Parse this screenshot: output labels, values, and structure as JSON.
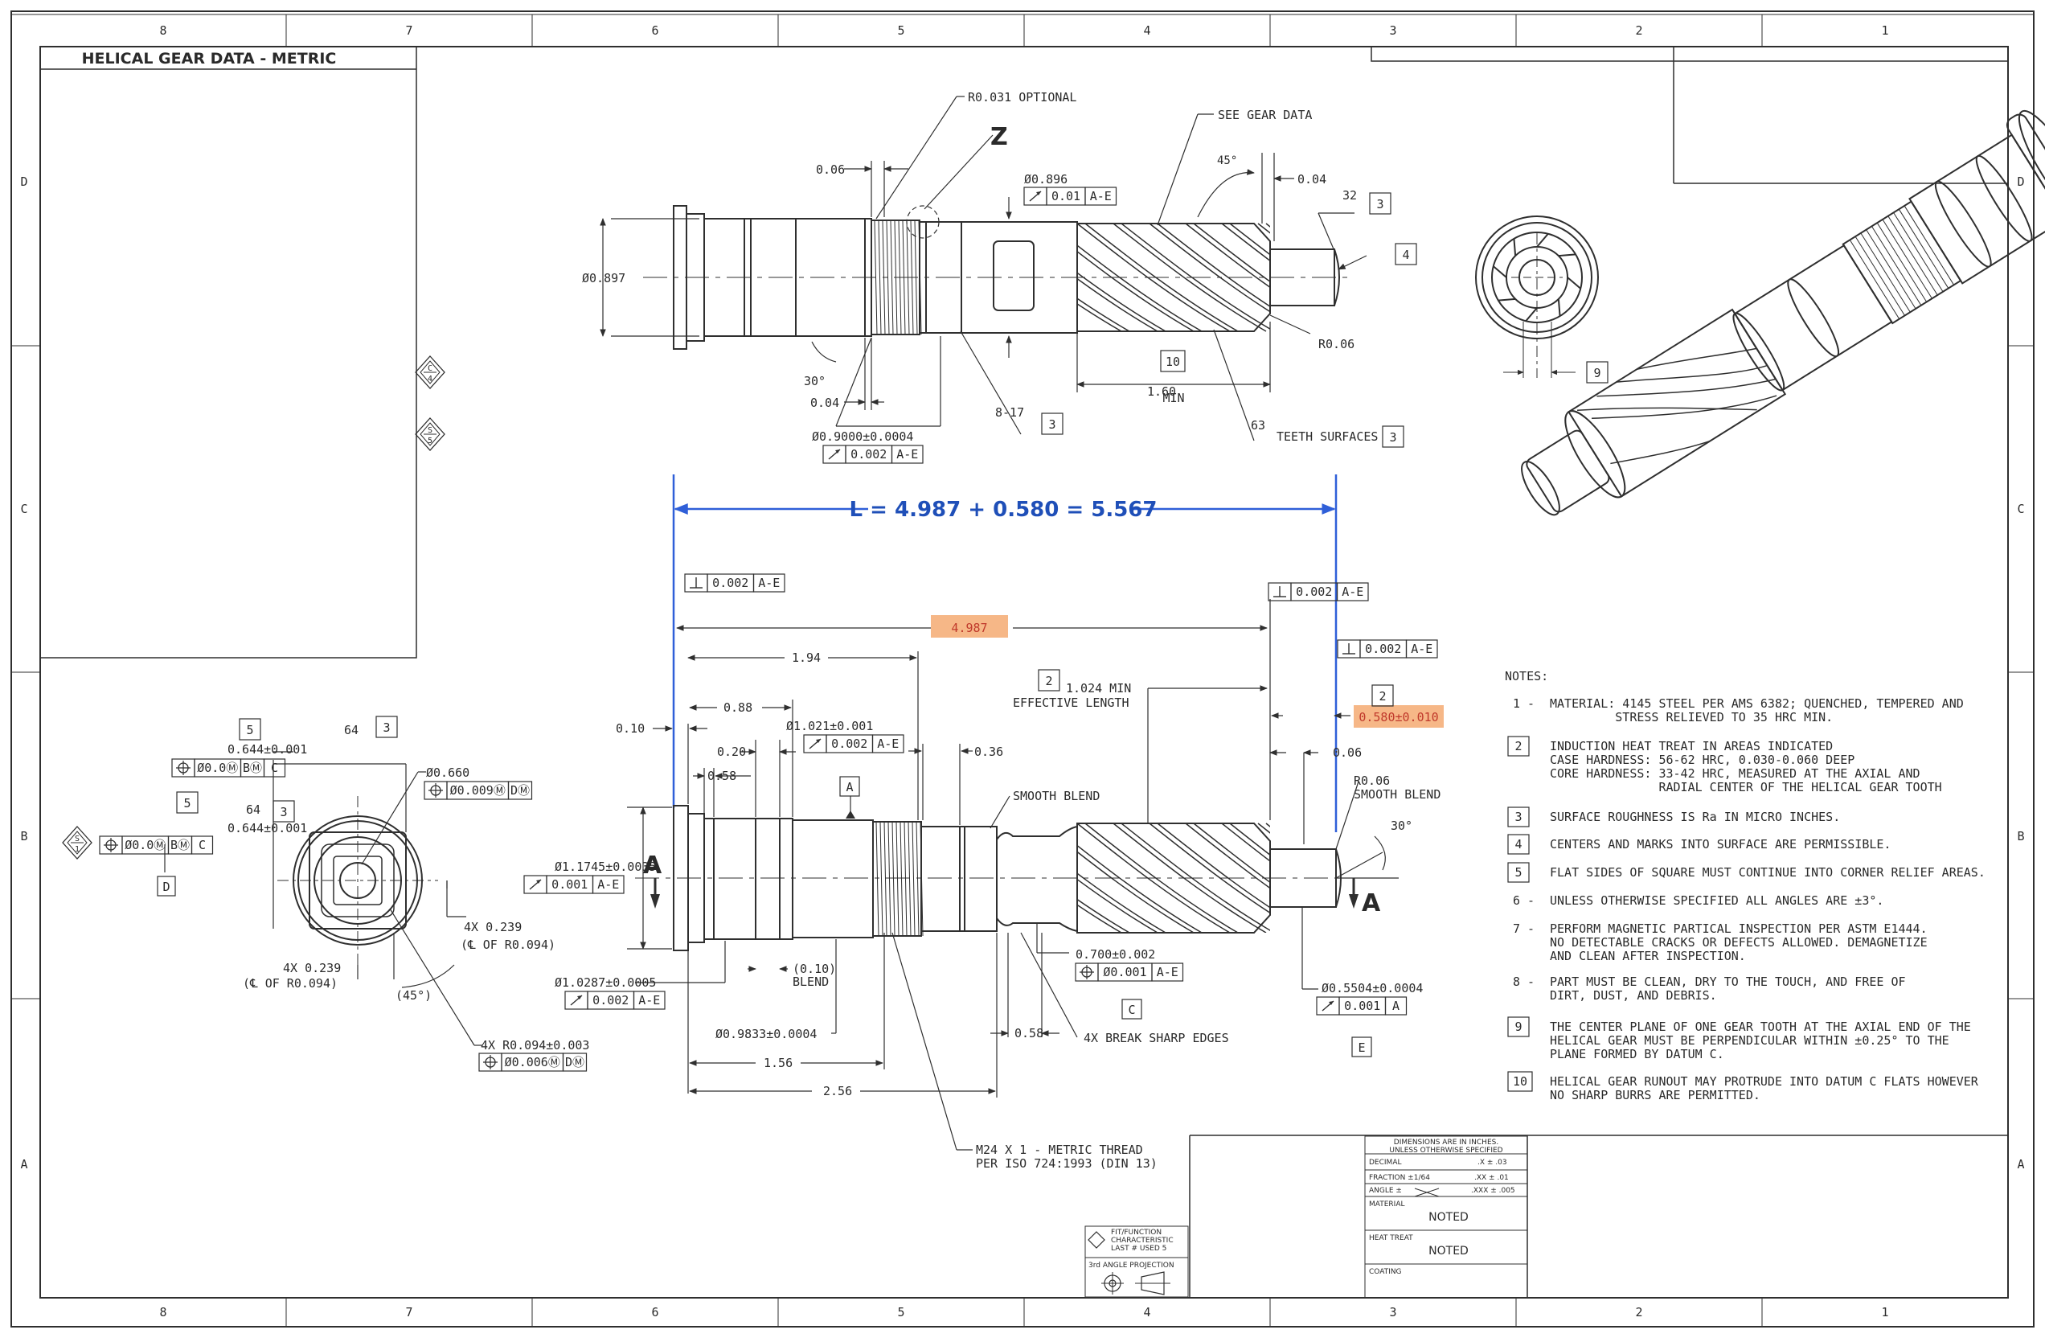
{
  "zones": {
    "columns": [
      "8",
      "7",
      "6",
      "5",
      "4",
      "3",
      "2",
      "1"
    ],
    "rows": [
      "D",
      "C",
      "B",
      "A"
    ]
  },
  "gear_table": {
    "title": "HELICAL GEAR DATA - METRIC"
  },
  "top_view": {
    "r_optional": "R0.031 OPTIONAL",
    "z_label": "Z",
    "see_gear_data": "SEE GEAR DATA",
    "dim_006": "0.06",
    "dia_0896": "Ø0.896",
    "runout_fcf": [
      "0.01",
      "A-E"
    ],
    "angle_45": "45°",
    "dim_004_r": "0.04",
    "rough_32": "32",
    "note3_a": "3",
    "note4": "4",
    "dia_0897": "Ø0.897",
    "r006": "R0.06",
    "note10": "10",
    "dim_160": "1.60",
    "min_label": "MIN",
    "angle_30": "30°",
    "dim_004_l": "0.04",
    "rough_817": "8-17",
    "note3_b": "3",
    "dia_09000": "Ø0.9000±0.0004",
    "runout2_fcf": [
      "0.002",
      "A-E"
    ],
    "rough_63": "63",
    "teeth_surfaces": "TEETH SURFACES",
    "note3_c": "3"
  },
  "length_callout": {
    "text": "L = 4.987 + 0.580 = 5.567"
  },
  "main_view": {
    "perp_left": [
      "0.002",
      "A-E"
    ],
    "perp_right": [
      "0.002",
      "A-E"
    ],
    "perp_right2": [
      "0.002",
      "A-E"
    ],
    "dim_4987": "4.987",
    "dim_194": "1.94",
    "eff_len_1": "1.024 MIN",
    "eff_len_2": "EFFECTIVE LENGTH",
    "note2_a": "2",
    "note2_b": "2",
    "dim_0580": "0.580±0.010",
    "dim_010": "0.10",
    "dim_088": "0.88",
    "dia_1021": "Ø1.021±0.001",
    "runout_1021": [
      "0.002",
      "A-E"
    ],
    "dim_020": "0.20",
    "dim_058_a": "0.58",
    "dim_036": "0.36",
    "dim_006": "0.06",
    "r006": "R0.06",
    "smooth_blend_r": "SMOOTH BLEND",
    "smooth_blend": "SMOOTH BLEND",
    "datum_a": "A",
    "angle_30": "30°",
    "dia_11745": "Ø1.1745±0.0035",
    "runout_11745": [
      "0.001",
      "A-E"
    ],
    "section_a_l": "A",
    "section_a_r": "A",
    "dia_07": "0.700±0.002",
    "pos_07": [
      "Ø0.001",
      "A-E"
    ],
    "datum_c": "C",
    "dia_05504": "Ø0.5504±0.0004",
    "runout_05504": [
      "0.001",
      "A"
    ],
    "datum_e": "E",
    "dia_10287": "Ø1.0287±0.0005",
    "runout_10287": [
      "0.002",
      "A-E"
    ],
    "dim_010_blend": "(0.10)",
    "blend": "BLEND",
    "dia_09833": "Ø0.9833±0.0004",
    "dim_058_b": "0.58",
    "break_edges": "4X BREAK SHARP EDGES",
    "dim_156": "1.56",
    "dim_256": "2.56",
    "thread_1": "M24 X 1 - METRIC THREAD",
    "thread_2": "PER ISO 724:1993 (DIN 13)"
  },
  "section_view": {
    "note5_a": "5",
    "note5_b": "5",
    "rough_64_a": "64",
    "rough_64_b": "64",
    "note3_a": "3",
    "note3_b": "3",
    "dim_0644_a": "0.644±0.001",
    "dim_0644_b": "0.644±0.001",
    "pos_a": [
      "Ø0.0Ⓜ",
      "BⓂ",
      "C"
    ],
    "pos_b": [
      "Ø0.0Ⓜ",
      "BⓂ",
      "C"
    ],
    "dia_066": "Ø0.660",
    "pos_066": [
      "Ø0.009Ⓜ",
      "DⓂ"
    ],
    "datum_d": "D",
    "dim_4x0239_r": "4X 0.239",
    "cl_r0094_r": "(℄ OF R0.094)",
    "dim_4x0239_l": "4X 0.239",
    "cl_r0094_l": "(℄ OF R0.094)",
    "angle_45": "(45°)",
    "r0094": "4X R0.094±0.003",
    "pos_r0094": [
      "Ø0.006Ⓜ",
      "DⓂ"
    ]
  },
  "flag_symbols": [
    "C 4",
    "S 5",
    "S 5",
    "S 1"
  ],
  "end_view": {
    "note9": "9"
  },
  "notes": {
    "heading": "NOTES:",
    "items": [
      {
        "num": "1 -",
        "boxed": false,
        "lines": [
          "MATERIAL: 4145 STEEL PER AMS 6382; QUENCHED, TEMPERED AND",
          "         STRESS RELIEVED TO 35 HRC MIN."
        ]
      },
      {
        "num": "2",
        "boxed": true,
        "lines": [
          "INDUCTION HEAT TREAT IN AREAS INDICATED",
          "CASE HARDNESS: 56-62 HRC, 0.030-0.060 DEEP",
          "CORE HARDNESS: 33-42 HRC, MEASURED AT THE AXIAL AND",
          "               RADIAL CENTER OF THE HELICAL GEAR TOOTH"
        ]
      },
      {
        "num": "3",
        "boxed": true,
        "lines": [
          "SURFACE ROUGHNESS IS Ra IN MICRO INCHES."
        ]
      },
      {
        "num": "4",
        "boxed": true,
        "lines": [
          "CENTERS AND MARKS INTO SURFACE ARE PERMISSIBLE."
        ]
      },
      {
        "num": "5",
        "boxed": true,
        "lines": [
          "FLAT SIDES OF SQUARE MUST CONTINUE INTO CORNER RELIEF AREAS."
        ]
      },
      {
        "num": "6 -",
        "boxed": false,
        "lines": [
          "UNLESS OTHERWISE SPECIFIED ALL ANGLES ARE ±3°."
        ]
      },
      {
        "num": "7 -",
        "boxed": false,
        "lines": [
          "PERFORM MAGNETIC PARTICAL INSPECTION PER ASTM E1444.",
          "NO DETECTABLE CRACKS OR DEFECTS ALLOWED. DEMAGNETIZE",
          "AND CLEAN AFTER INSPECTION."
        ]
      },
      {
        "num": "8 -",
        "boxed": false,
        "lines": [
          "PART MUST BE CLEAN, DRY TO THE TOUCH, AND FREE OF",
          "DIRT, DUST, AND DEBRIS."
        ]
      },
      {
        "num": "9",
        "boxed": true,
        "lines": [
          "THE CENTER PLANE OF ONE GEAR TOOTH AT THE AXIAL END OF THE",
          "HELICAL GEAR MUST BE PERPENDICULAR WITHIN ±0.25° TO THE",
          "PLANE FORMED BY DATUM C."
        ]
      },
      {
        "num": "10",
        "boxed": true,
        "lines": [
          "HELICAL GEAR RUNOUT MAY PROTRUDE INTO DATUM C FLATS HOWEVER",
          "NO SHARP BURRS ARE PERMITTED."
        ]
      }
    ]
  },
  "title_block": {
    "dims_header_1": "DIMENSIONS ARE IN INCHES.",
    "dims_header_2": "UNLESS OTHERWISE SPECIFIED",
    "decimal": "DECIMAL",
    "fraction": "FRACTION ±1/64",
    "angle": "ANGLE ±",
    "tol_x": ".X ± .03",
    "tol_xx": ".XX ± .01",
    "tol_xxx": ".XXX ± .005",
    "material_label": "MATERIAL",
    "material_value": "NOTED",
    "heat_treat_label": "HEAT TREAT",
    "heat_treat_value": "NOTED",
    "coating_label": "COATING",
    "fit_function_1": "FIT/FUNCTION",
    "fit_function_2": "CHARACTERISTIC",
    "fit_function_3": "LAST # USED 5",
    "projection": "3rd ANGLE PROJECTION"
  },
  "colors": {
    "line": "#2f2f2f",
    "blue": "#2f5fd8",
    "blue_text": "#1f4fb8",
    "highlight": "#f6b787",
    "highlight_text": "#c0392b"
  }
}
